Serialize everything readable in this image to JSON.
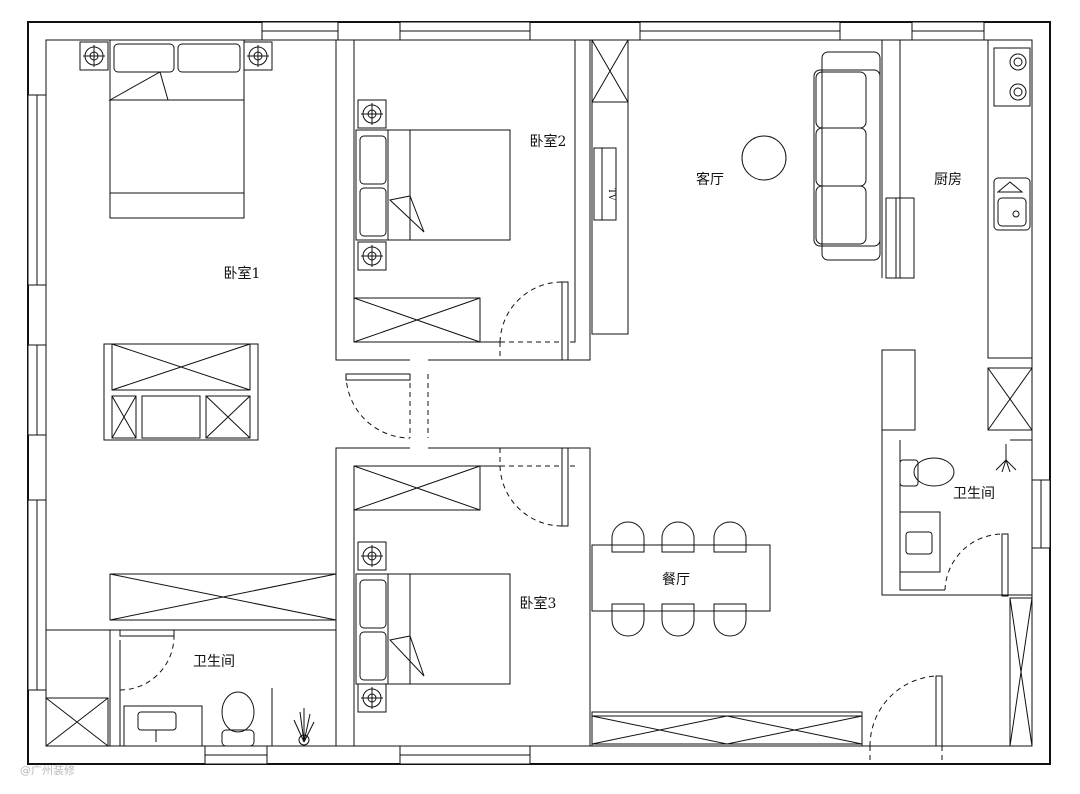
{
  "rooms": {
    "bedroom1": "卧室1",
    "bedroom2": "卧室2",
    "bedroom3": "卧室3",
    "living": "客厅",
    "kitchen": "厨房",
    "dining": "餐厅",
    "bath_left": "卫生间",
    "bath_right": "卫生间"
  },
  "furniture": {
    "tv_label": "TV"
  },
  "watermark": "@广州装修"
}
